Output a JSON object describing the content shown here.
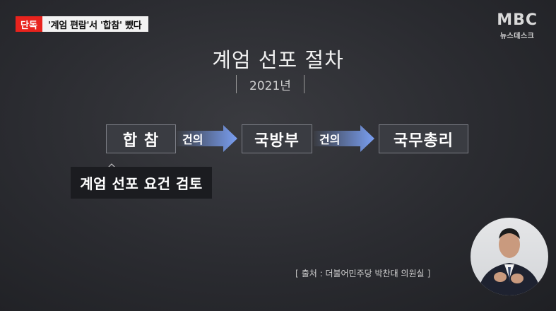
{
  "banner": {
    "tag": "단독",
    "headline": "'계엄 편람'서 '합참' 뺐다"
  },
  "logo": {
    "brand": "MBC",
    "program": "뉴스데스크"
  },
  "title": "계엄 선포 절차",
  "year": "2021년",
  "flow": {
    "step1": "합 참",
    "arrow1": "건의",
    "step2": "국방부",
    "arrow2": "건의",
    "step3": "국무총리"
  },
  "note": "계엄 선포 요건 검토",
  "source": {
    "open": "[",
    "text": "출처 : 더불어민주당 박찬대 의원실",
    "close": "]"
  },
  "colors": {
    "accent_red": "#e8231d",
    "arrow_blue": "#7a9ff2"
  }
}
